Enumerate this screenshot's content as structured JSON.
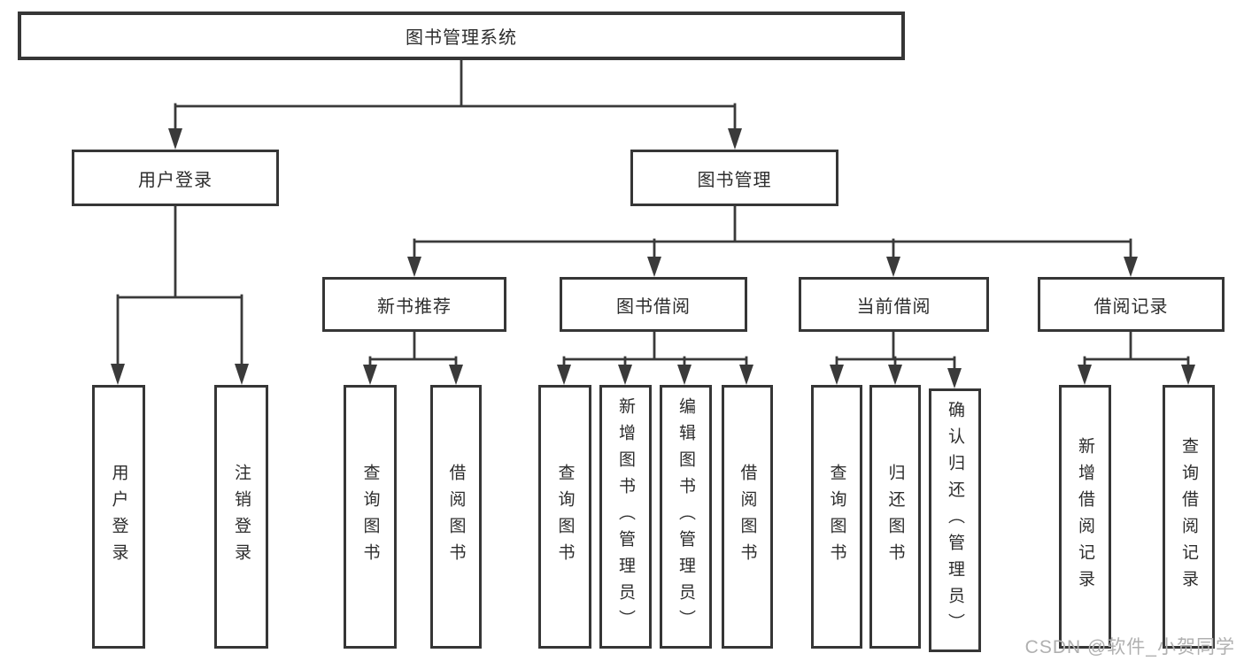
{
  "tree": {
    "label": "图书管理系统",
    "children": [
      {
        "label": "用户登录",
        "children": [
          {
            "label": "用户登录"
          },
          {
            "label": "注销登录"
          }
        ]
      },
      {
        "label": "图书管理",
        "children": [
          {
            "label": "新书推荐",
            "children": [
              {
                "label": "查询图书"
              },
              {
                "label": "借阅图书"
              }
            ]
          },
          {
            "label": "图书借阅",
            "children": [
              {
                "label": "查询图书"
              },
              {
                "label": "新增图书（管理员）"
              },
              {
                "label": "编辑图书（管理员）"
              },
              {
                "label": "借阅图书"
              }
            ]
          },
          {
            "label": "当前借阅",
            "children": [
              {
                "label": "查询图书"
              },
              {
                "label": "归还图书"
              },
              {
                "label": "确认归还（管理员）"
              }
            ]
          },
          {
            "label": "借阅记录",
            "children": [
              {
                "label": "新增借阅记录"
              },
              {
                "label": "查询借阅记录"
              }
            ]
          }
        ]
      }
    ]
  },
  "watermark": "CSDN @软件_小贺同学",
  "colors": {
    "line": "#3a3a3a",
    "border": "#363636",
    "text": "#2d2d2d",
    "background": "#ffffff",
    "watermark": "#b0b0b0"
  }
}
